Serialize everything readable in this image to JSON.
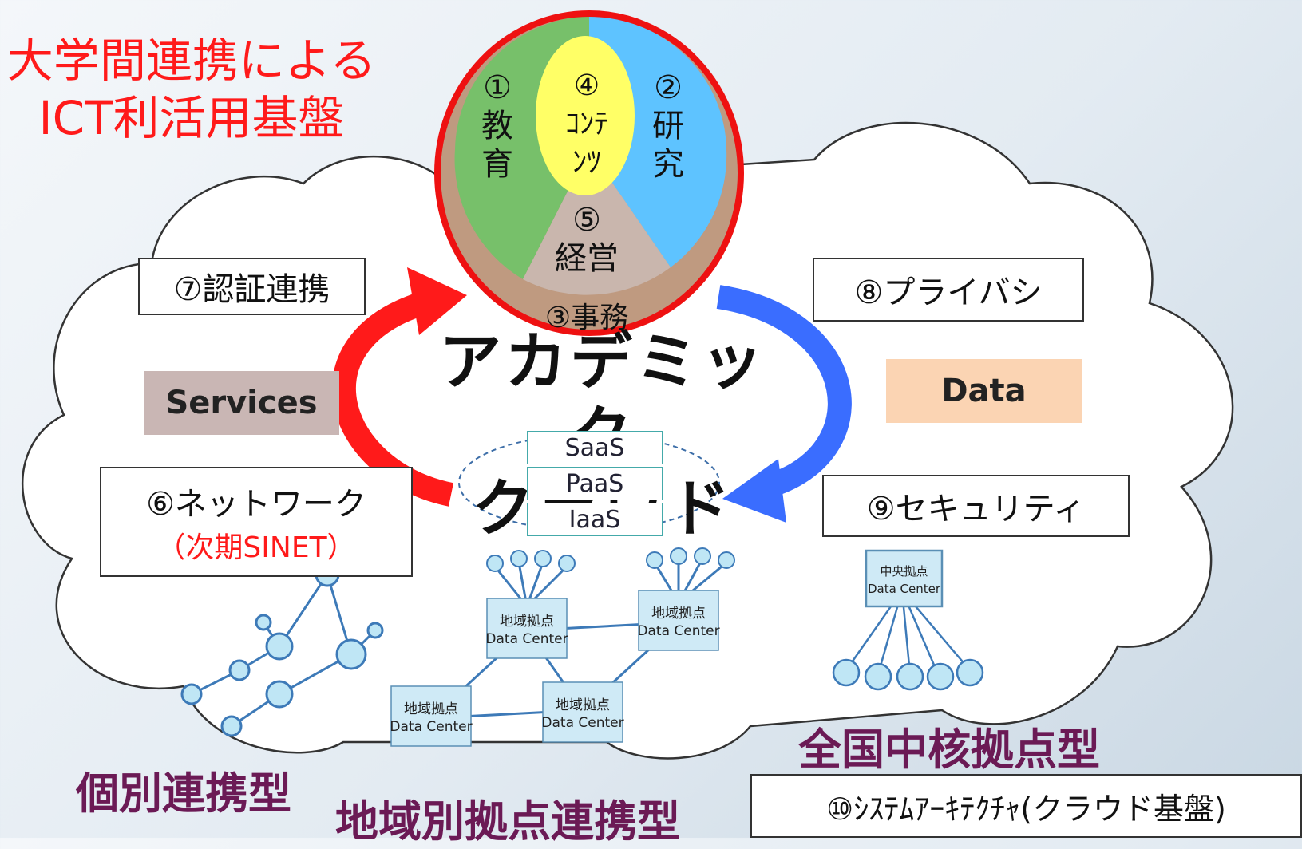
{
  "title": {
    "line1": "大学間連携による",
    "line2": "ICT利活用基盤"
  },
  "pie": {
    "education": {
      "num": "①",
      "l1": "教",
      "l2": "育"
    },
    "research": {
      "num": "②",
      "l1": "研",
      "l2": "究"
    },
    "contents": {
      "num": "④",
      "l1": "ｺﾝﾃ",
      "l2": "ﾝﾂ"
    },
    "management": {
      "num": "⑤",
      "label": "経営"
    },
    "office": "③事務"
  },
  "center": {
    "line1": "アカデミック",
    "line2": "クラウド"
  },
  "boxes": {
    "auth": "⑦認証連携",
    "privacy": "⑧プライバシ",
    "network": "⑥ネットワーク",
    "network_sub": "（次期SINET）",
    "security": "⑨セキュリティ",
    "architecture": "⑩ｼｽﾃﾑｱｰｷﾃｸﾁｬ(クラウド基盤)"
  },
  "tags": {
    "services": "Services",
    "data": "Data"
  },
  "layers": [
    "SaaS",
    "PaaS",
    "IaaS"
  ],
  "datacenters": {
    "regional_label": "地域拠点",
    "dc_label": "Data Center",
    "central_label": "中央拠点"
  },
  "types": {
    "individual": "個別連携型",
    "regional": "地域別拠点連携型",
    "national": "全国中核拠点型"
  },
  "colors": {
    "education": "#77c06a",
    "research": "#5ec3ff",
    "contents": "#ffff66",
    "management": "#c9b6ad",
    "office": "#bf9a80",
    "ring": "#ee1111",
    "red_arrow": "#ff1a1a",
    "blue_arrow": "#3a6dff",
    "services_bg": "#c9b6b4",
    "data_bg": "#fbd4b3",
    "type_label": "#6b1a55"
  }
}
